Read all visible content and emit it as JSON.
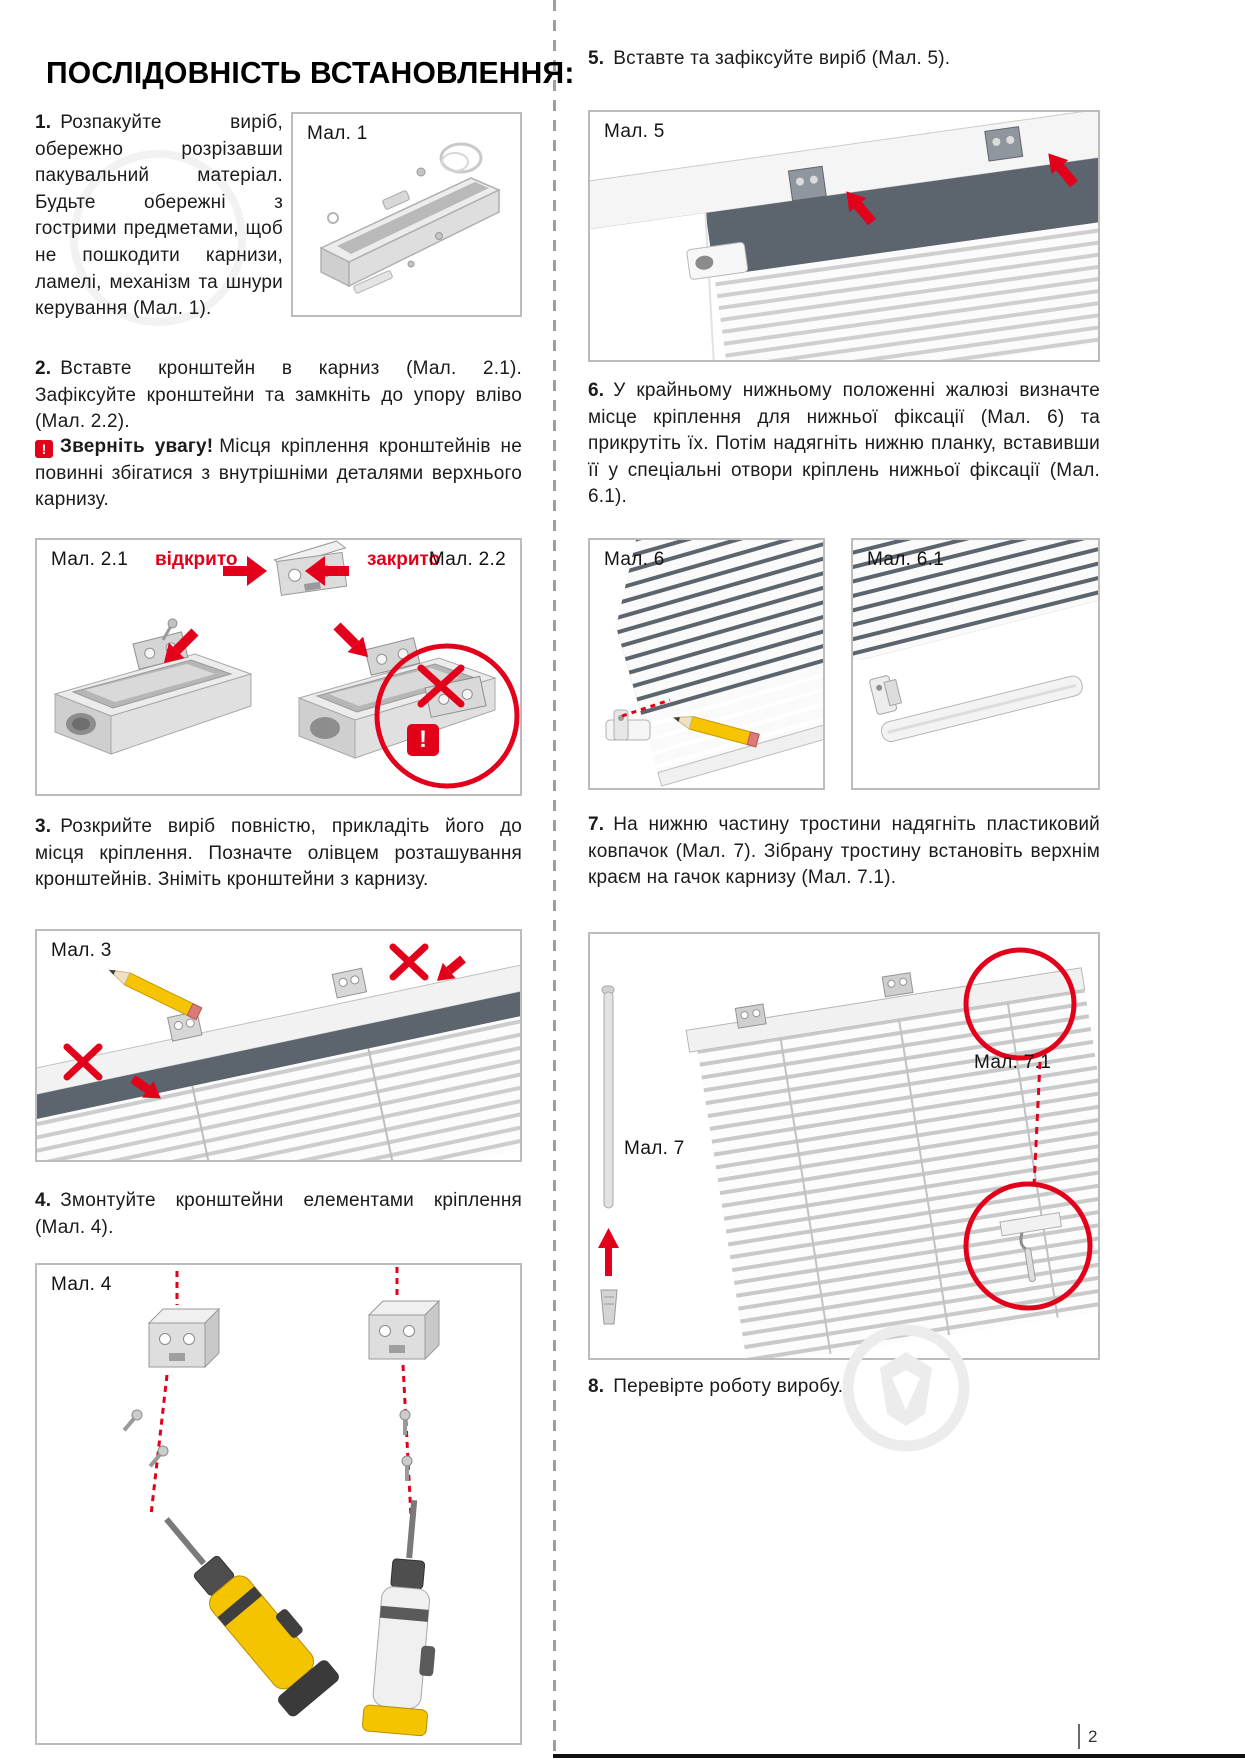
{
  "title": "ПОСЛІДОВНІСТЬ ВСТАНОВЛЕННЯ:",
  "page_number": "2",
  "colors": {
    "accent": "#E3001B",
    "window_gray": "#5C646E",
    "drill_yellow": "#F5C400"
  },
  "warning": {
    "icon_glyph": "!",
    "label": "Зверніть увагу!",
    "text": "Місця кріплення кронштейнів не повинні збігатися з внутрішніми деталями верхнього карнизу."
  },
  "steps": {
    "s1": {
      "num": "1.",
      "text": "Розпакуйте виріб, обережно розрізавши пакувальний матеріал. Будьте обережні з гострими предметами, щоб не пошкодити карнизи, ламелі, механізм та шнури керування (Мал. 1)."
    },
    "s2": {
      "num": "2.",
      "text": "Вставте кронштейн в карниз (Мал. 2.1). Зафіксуйте кронштейни та замкніть до упору вліво (Мал. 2.2)."
    },
    "s3": {
      "num": "3.",
      "text": "Розкрийте виріб повністю, прикладіть його до місця кріплення. Позначте олівцем розташування кронштейнів. Зніміть кронштейни з карнизу."
    },
    "s4": {
      "num": "4.",
      "text": "Змонтуйте кронштейни елементами кріплення (Мал. 4)."
    },
    "s5": {
      "num": "5.",
      "text": "Вставте та зафіксуйте виріб (Мал. 5)."
    },
    "s6": {
      "num": "6.",
      "text": "У крайньому нижньому положенні жалюзі визначте місце кріплення для нижньої фіксації (Мал. 6) та прикрутіть їх. Потім надягніть нижню планку, вставивши її у спеціальні отвори кріплень нижньої фіксації (Мал. 6.1)."
    },
    "s7": {
      "num": "7.",
      "text": "На нижню частину тростини надягніть пластиковий ковпачок (Мал. 7). Зібрану тростину встановіть верхнім краєм на гачок карнизу (Мал. 7.1)."
    },
    "s8": {
      "num": "8.",
      "text": "Перевірте роботу виробу."
    }
  },
  "figures": {
    "f1": {
      "label": "Мал. 1"
    },
    "f2": {
      "label_left": "Мал. 2.1",
      "label_right": "Мал. 2.2",
      "open_state": "відкрито",
      "closed_state": "закрито",
      "alert_glyph": "!"
    },
    "f3": {
      "label": "Мал. 3"
    },
    "f4": {
      "label": "Мал. 4"
    },
    "f5": {
      "label": "Мал. 5"
    },
    "f6": {
      "label": "Мал. 6"
    },
    "f6_1": {
      "label": "Мал. 6.1"
    },
    "f7": {
      "label": "Мал. 7",
      "label_detail": "Мал. 7.1"
    }
  }
}
